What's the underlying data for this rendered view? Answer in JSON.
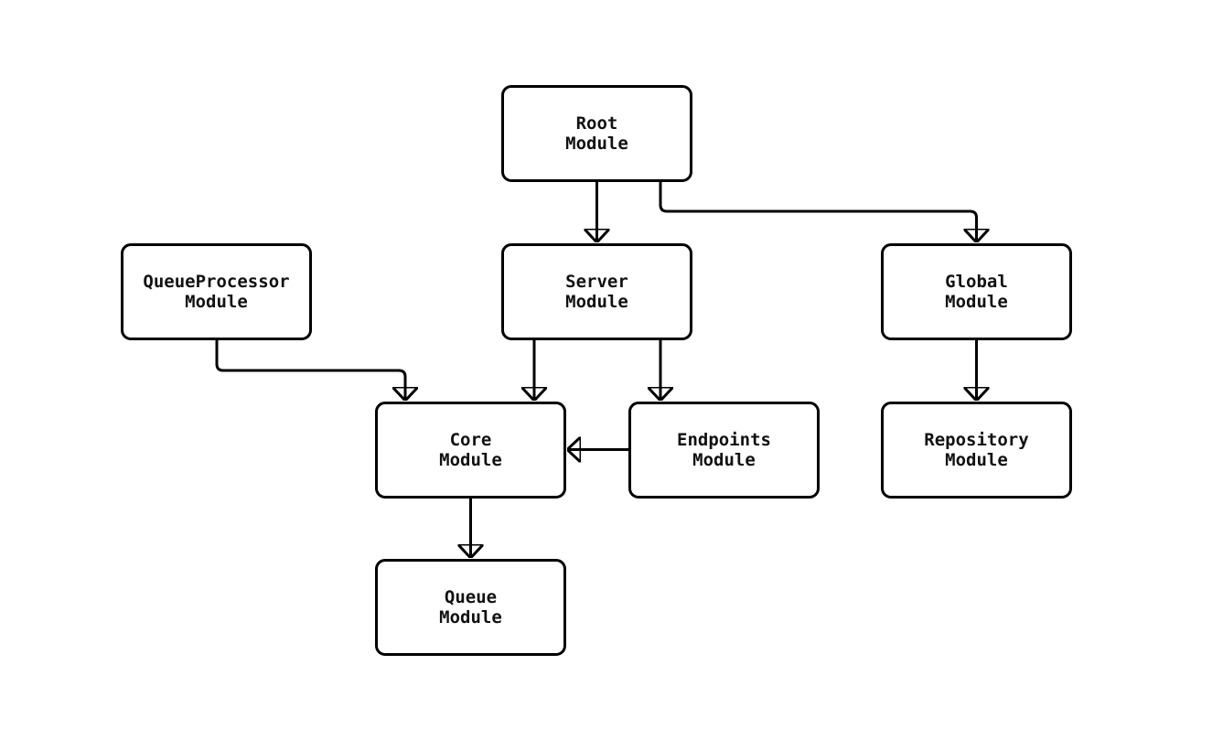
{
  "diagram": {
    "type": "module-dependency-flowchart",
    "colors": {
      "background": "#ffffff",
      "node_fill": "#ffffff",
      "node_border": "#000000",
      "edge_stroke": "#000000",
      "text": "#111111"
    },
    "nodes": [
      {
        "id": "root",
        "label": "Root\nModule"
      },
      {
        "id": "server",
        "label": "Server\nModule"
      },
      {
        "id": "global",
        "label": "Global\nModule"
      },
      {
        "id": "queueprocessor",
        "label": "QueueProcessor\nModule"
      },
      {
        "id": "core",
        "label": "Core\nModule"
      },
      {
        "id": "endpoints",
        "label": "Endpoints\nModule"
      },
      {
        "id": "repository",
        "label": "Repository\nModule"
      },
      {
        "id": "queue",
        "label": "Queue\nModule"
      }
    ],
    "edges": [
      {
        "from": "root",
        "to": "server"
      },
      {
        "from": "root",
        "to": "global"
      },
      {
        "from": "queueprocessor",
        "to": "core"
      },
      {
        "from": "server",
        "to": "core"
      },
      {
        "from": "server",
        "to": "endpoints"
      },
      {
        "from": "endpoints",
        "to": "core"
      },
      {
        "from": "global",
        "to": "repository"
      },
      {
        "from": "core",
        "to": "queue"
      }
    ]
  }
}
